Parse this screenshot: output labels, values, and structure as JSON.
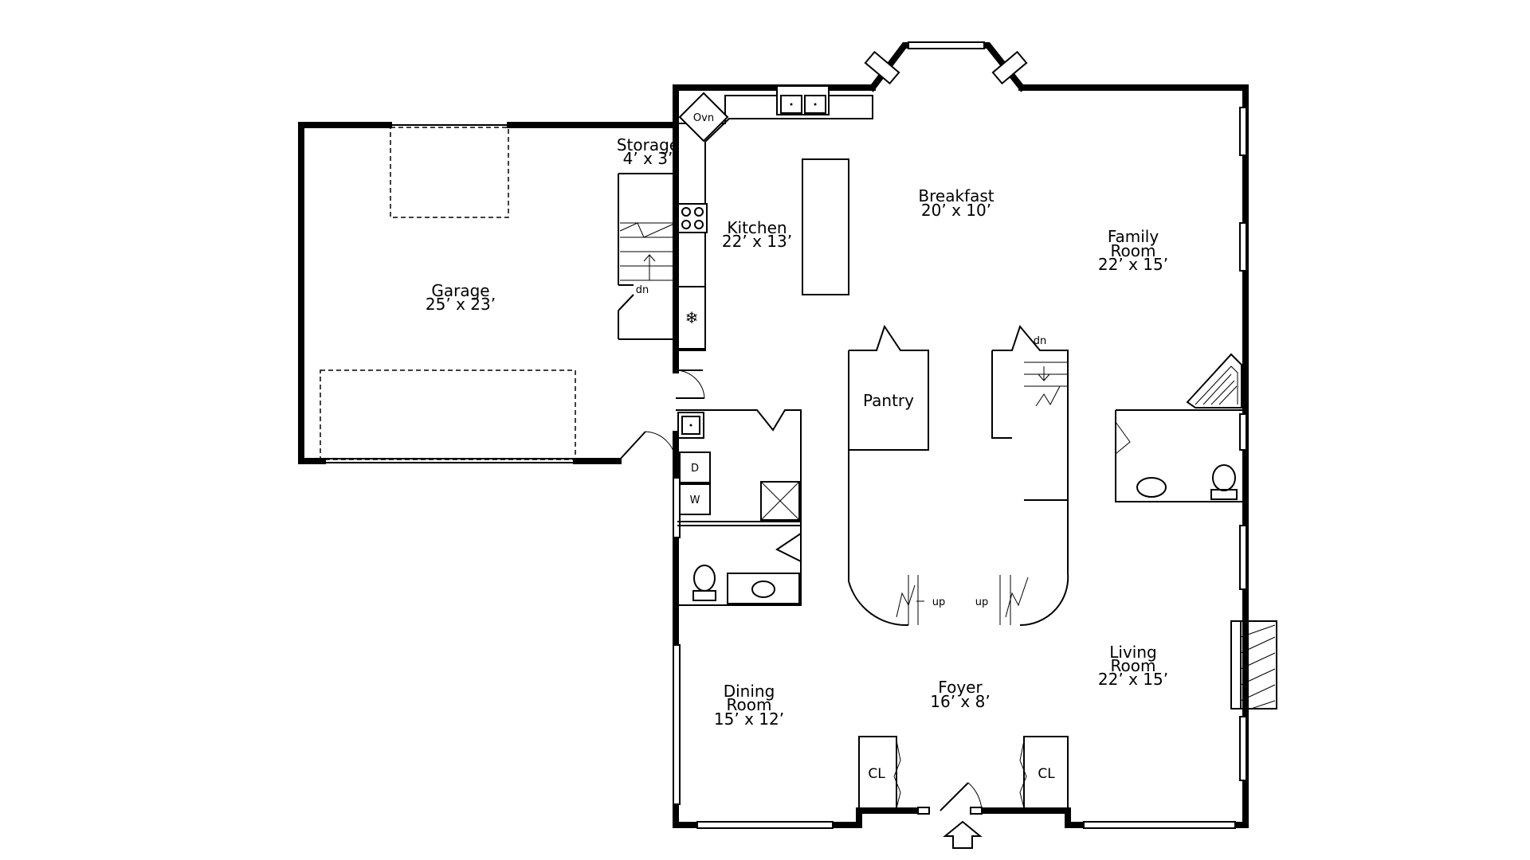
{
  "rooms": {
    "garage": {
      "name": "Garage",
      "size": "25’ x 23’"
    },
    "storage": {
      "name": "Storage",
      "size": "4’ x 3’"
    },
    "kitchen": {
      "name": "Kitchen",
      "size": "22’ x 13’"
    },
    "breakfast": {
      "name": "Breakfast",
      "size": "20’ x 10’"
    },
    "family": {
      "name1": "Family",
      "name2": "Room",
      "size": "22’ x 15’"
    },
    "pantry": {
      "name": "Pantry"
    },
    "dining": {
      "name1": "Dining",
      "name2": "Room",
      "size": "15’ x 12’"
    },
    "foyer": {
      "name": "Foyer",
      "size": "16’ x 8’"
    },
    "living": {
      "name1": "Living",
      "name2": "Room",
      "size": "22’ x 15’"
    }
  },
  "fixtures": {
    "oven": "Ovn",
    "dryer": "D",
    "washer": "W",
    "closet_left": "CL",
    "closet_right": "CL"
  },
  "stairs": {
    "garage_down": "dn",
    "rear_down": "dn",
    "left_up": "up",
    "right_up": "up"
  }
}
